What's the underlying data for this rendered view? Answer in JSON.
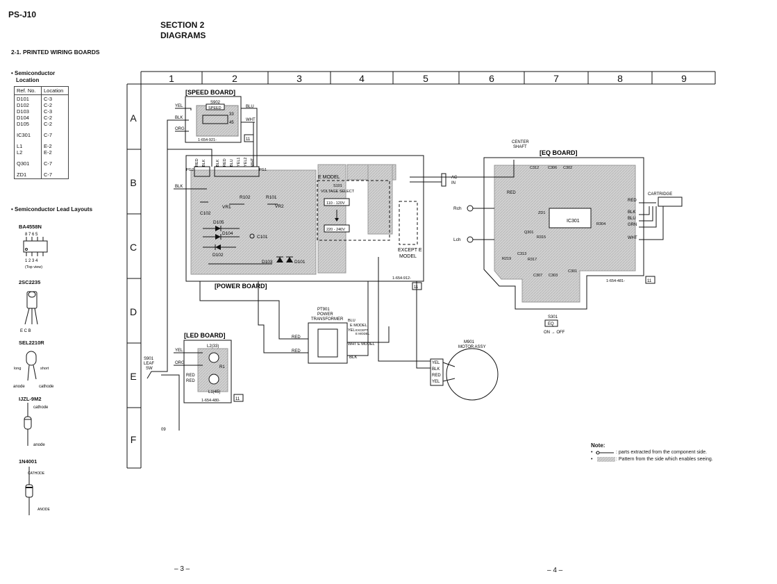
{
  "header": {
    "model": "PS-J10",
    "section_line1": "SECTION 2",
    "section_line2": "DIAGRAMS",
    "subheading": "2-1. PRINTED WIRING BOARDS"
  },
  "semiconductor_location": {
    "title_line1": "•  Semiconductor",
    "title_line2": "Location",
    "col_ref": "Ref. No.",
    "col_loc": "Location",
    "groups": [
      {
        "refs": [
          "D101",
          "D102",
          "D103",
          "D104",
          "D105"
        ],
        "locs": [
          "C-3",
          "C-2",
          "C-3",
          "C-2",
          "C-2"
        ]
      },
      {
        "refs": [
          "IC301"
        ],
        "locs": [
          "C-7"
        ]
      },
      {
        "refs": [
          "L1",
          "L2"
        ],
        "locs": [
          "E-2",
          "E-2"
        ]
      },
      {
        "refs": [
          "Q301"
        ],
        "locs": [
          "C-7"
        ]
      },
      {
        "refs": [
          "ZD1"
        ],
        "locs": [
          "C-7"
        ]
      }
    ]
  },
  "lead_layouts": {
    "title": "•  Semiconductor Lead Layouts",
    "parts": [
      {
        "name": "BA4558N",
        "pins_top": "8 7 6 5",
        "pins_bottom": "1 2 3 4",
        "caption": "(Top view)"
      },
      {
        "name": "2SC2235",
        "pins": "E C B"
      },
      {
        "name": "SEL2210R",
        "lead_long": "long",
        "lead_short": "short",
        "anode": "anode",
        "cathode": "cathode"
      },
      {
        "name": "IJZL-9M2",
        "cathode": "cathode",
        "anode": "anode"
      },
      {
        "name": "1N4001",
        "cathode": "CATHODE",
        "anode": "ANODE"
      }
    ]
  },
  "grid": {
    "columns": [
      "1",
      "2",
      "3",
      "4",
      "5",
      "6",
      "7",
      "8",
      "9"
    ],
    "rows": [
      "A",
      "B",
      "C",
      "D",
      "E",
      "F"
    ]
  },
  "boards": {
    "speed": {
      "title": "[SPEED BOARD]",
      "switch": "S902",
      "switch_label": "SPEED",
      "pos33": "33",
      "pos45": "45",
      "partno": "1-654-921-",
      "rev": "11",
      "wires": [
        "YEL",
        "BLK",
        "ORG",
        "BLU",
        "WHT"
      ]
    },
    "power": {
      "title": "[POWER BOARD]",
      "partno": "1-654-912-",
      "rev": "11",
      "pins": [
        "PG2",
        "RED",
        "BLK",
        "BLK",
        "RED",
        "BLU",
        "YEL1",
        "YEL2",
        "WHT",
        "PG1"
      ],
      "parts": [
        "VR1",
        "R102",
        "R101",
        "VR2",
        "C102",
        "D105",
        "D104",
        "C101",
        "D102",
        "D103",
        "D101"
      ],
      "e_model": "E MODEL",
      "selector": "S101",
      "selector_label": "VOLTAGE SELECT",
      "v1": "110 - 120V",
      "v2": "220 - 240V",
      "except": "EXCEPT E",
      "except_model": "MODEL",
      "ac_in": "AC",
      "ac_in2": "IN",
      "blk": "BLK"
    },
    "eq": {
      "title": "[EQ BOARD]",
      "center_shaft": "CENTER",
      "center_shaft2": "SHAFT",
      "partno": "1-654-481-",
      "rev": "11",
      "parts": [
        "C312",
        "C306",
        "C302",
        "IC301",
        "ZD1",
        "Q301",
        "R304",
        "C313",
        "R315",
        "R219",
        "R317",
        "C307",
        "C303",
        "C301"
      ],
      "cartridge": "CARTRIDGE",
      "rch": "Rch",
      "lch": "Lch",
      "wires": [
        "RED",
        "BLK",
        "BLU",
        "GRN",
        "WHT",
        "RED"
      ],
      "switch": "S301",
      "switch_label": "EQ",
      "switch_state": "ON → OFF"
    },
    "led": {
      "title": "[LED BOARD]",
      "partno": "1-654-480-",
      "rev": "11",
      "l2": "L2(33)",
      "l1": "L1(45)",
      "r1": "R1",
      "wires": [
        "YEL",
        "ORG",
        "RED",
        "RED"
      ]
    },
    "leaf": {
      "line1": "S901",
      "line2": "LEAF",
      "line3": "SW"
    },
    "transformer": {
      "line1": "PT901",
      "line2": "POWER",
      "line3": "TRANSFORMER",
      "red1": "RED",
      "red2": "RED",
      "blu": "BLU",
      "emodel": "E MODEL",
      "yel": "YEL",
      "except": "EXCEPT",
      "emodel2": "E MODEL",
      "wht": "WHT",
      "emodel3": "E MODEL",
      "blk": "BLK"
    },
    "motor": {
      "line1": "M901",
      "line2": "MOTOR ASSY",
      "wires": [
        "YEL",
        "BLK",
        "RED",
        "YEL"
      ]
    },
    "misc_09": "09"
  },
  "note": {
    "title": "Note:",
    "line1": ": parts extracted from the component side.",
    "line2": ": Pattern from the side which enables seeing."
  },
  "pages": {
    "left": "– 3 –",
    "right": "– 4 –"
  },
  "colors": {
    "pattern": "#c8c8c8",
    "ink": "#111111"
  }
}
